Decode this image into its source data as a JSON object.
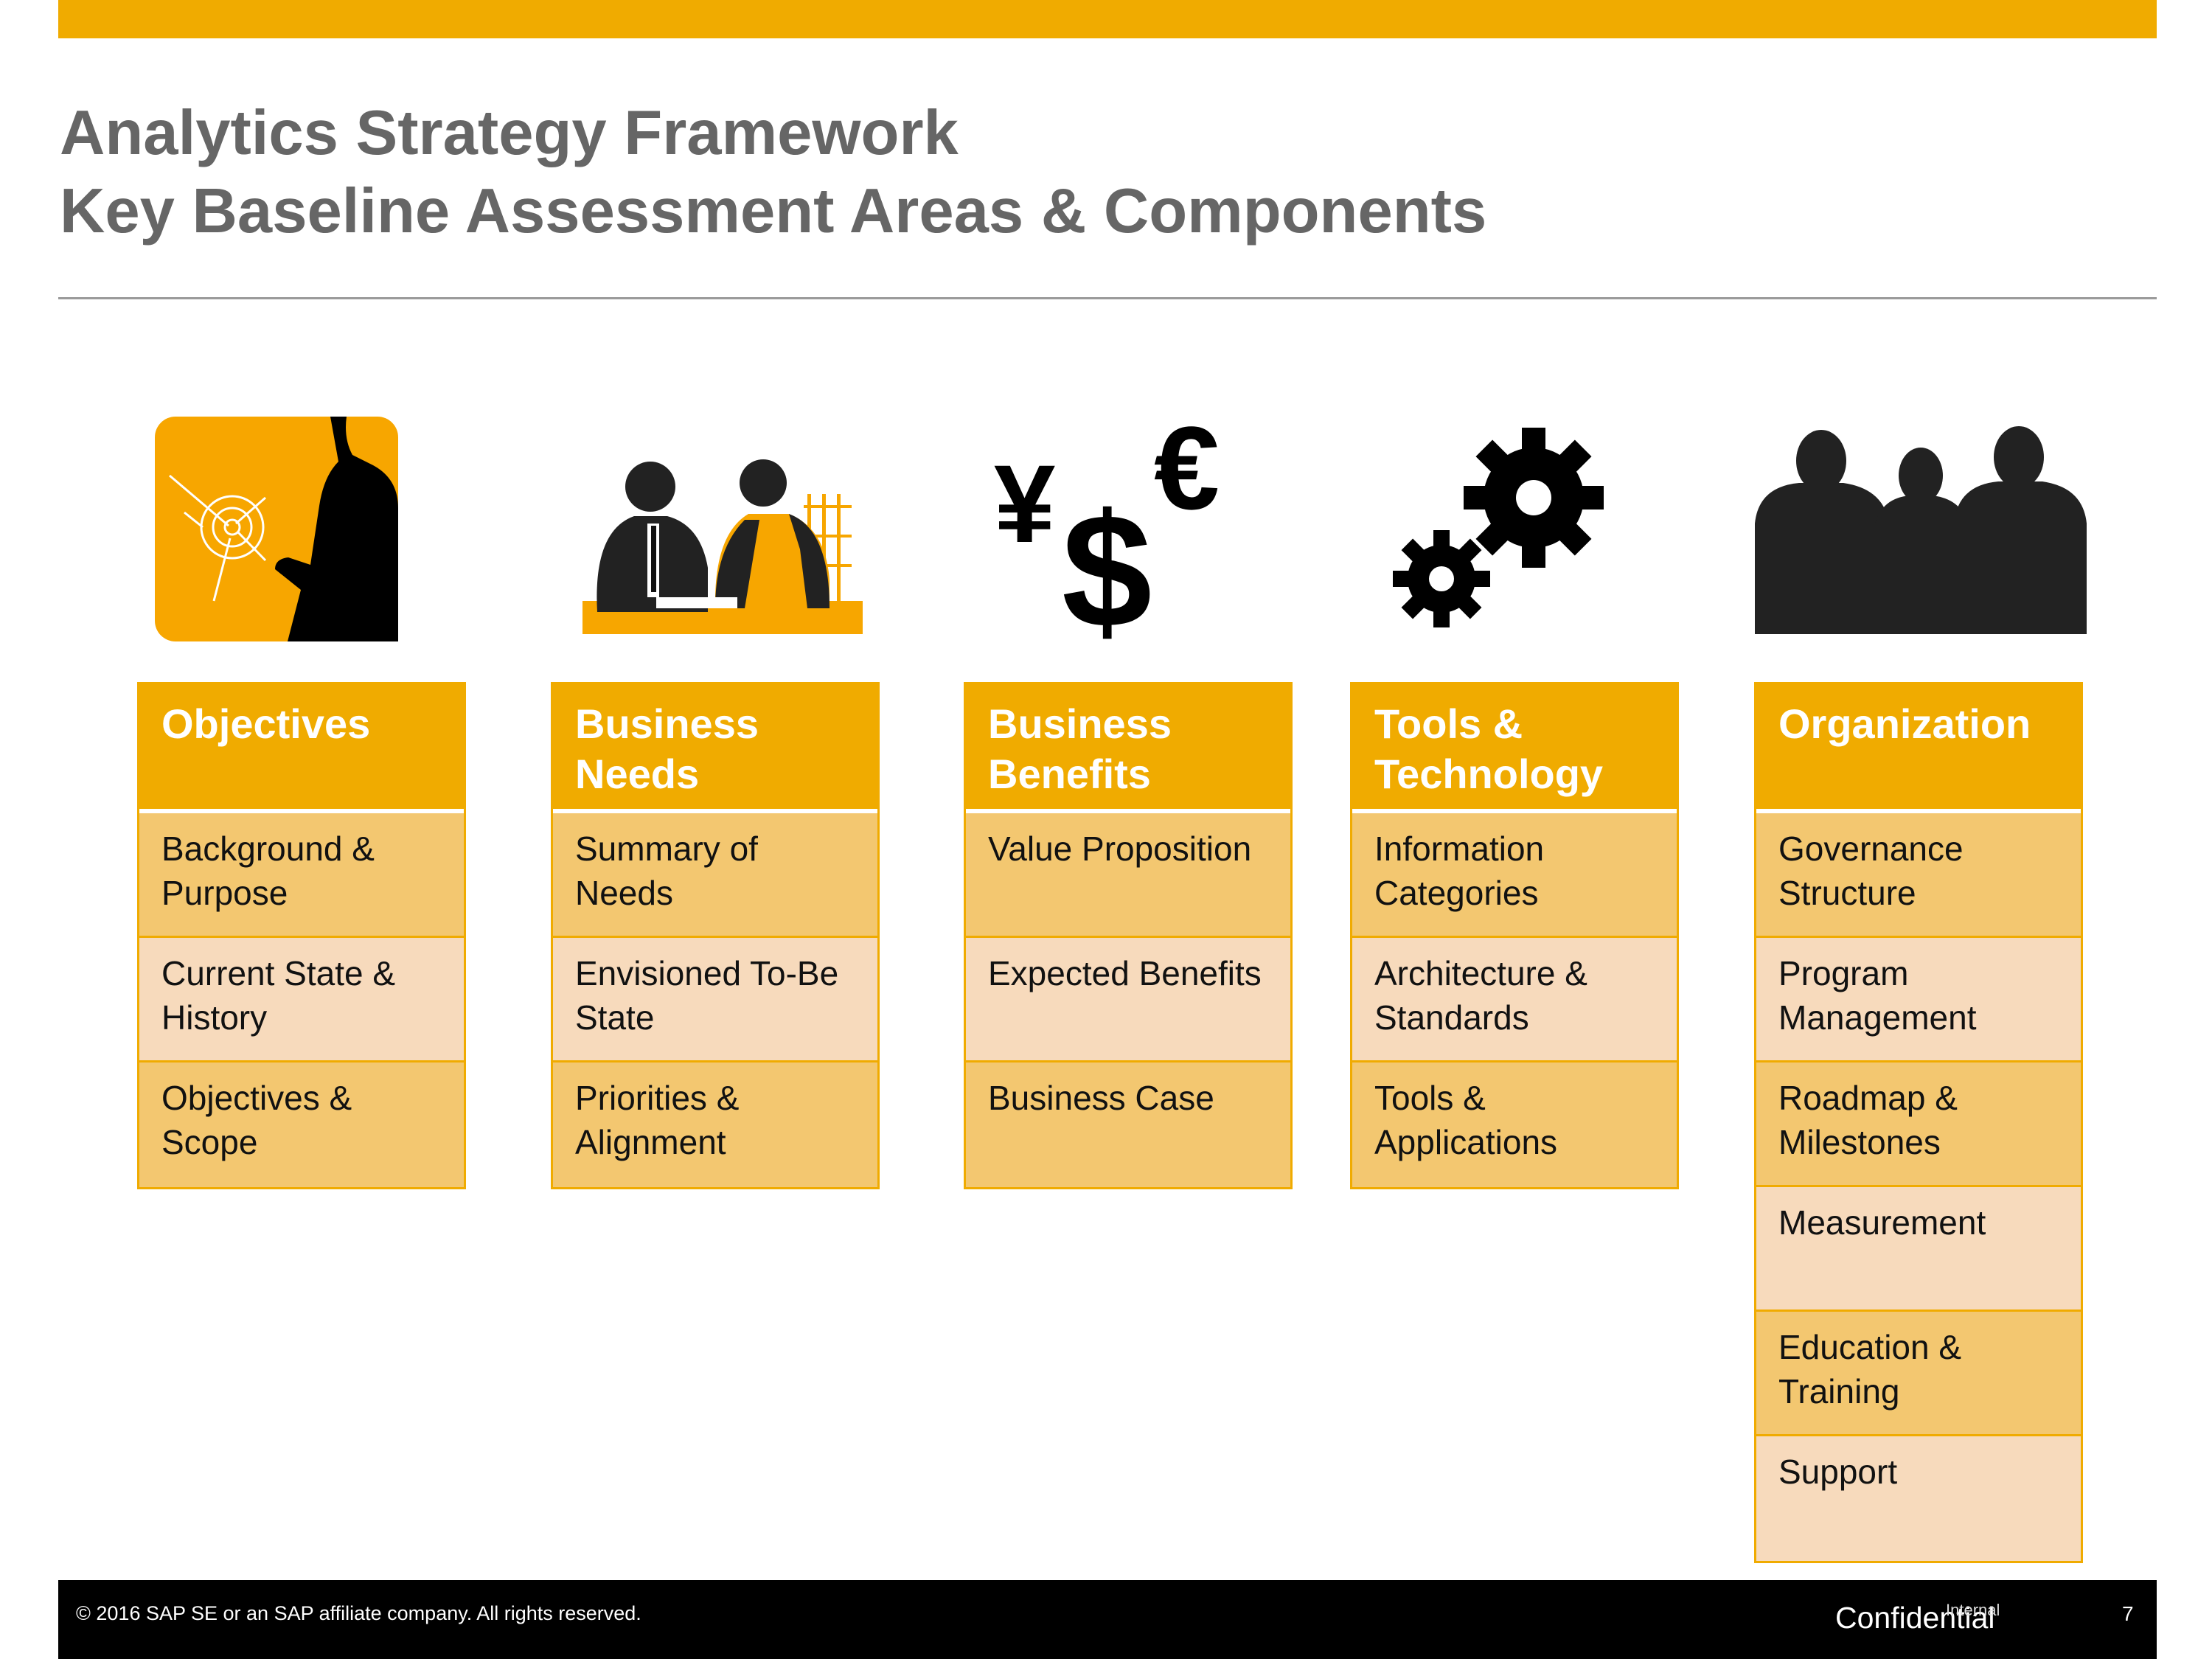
{
  "title": {
    "line1": "Analytics Strategy Framework",
    "line2": "Key Baseline Assessment Areas & Components"
  },
  "icons": {
    "objectives": "presenter-target-icon",
    "business_needs": "meeting-people-icon",
    "business_benefits": "currency-symbols-icon",
    "tools_technology": "gears-icon",
    "organization": "people-group-icon"
  },
  "currency_icon": {
    "yen": "¥",
    "dollar": "$",
    "euro": "€"
  },
  "columns": [
    {
      "header": "Objectives",
      "items": [
        "Background & Purpose",
        "Current State & History",
        "Objectives & Scope"
      ]
    },
    {
      "header": "Business Needs",
      "items": [
        "Summary of Needs",
        "Envisioned To-Be State",
        "Priorities & Alignment"
      ]
    },
    {
      "header": "Business Benefits",
      "items": [
        "Value Proposition",
        "Expected Benefits",
        "Business Case"
      ]
    },
    {
      "header": "Tools & Technology",
      "items": [
        "Information Categories",
        "Architecture & Standards",
        "Tools & Applications"
      ]
    },
    {
      "header": "Organization",
      "items": [
        "Governance Structure",
        "Program Management",
        "Roadmap & Milestones",
        "Measurement",
        "Education & Training",
        "Support"
      ]
    }
  ],
  "footer": {
    "copyright": "© 2016 SAP SE or an SAP affiliate company. All rights reserved.",
    "classification": "Confidential",
    "classification_overlay": "Internal",
    "page_number": "7"
  },
  "colors": {
    "gold": "#F0AB00",
    "cell_dark": "#F3C770",
    "cell_light": "#F7DABC",
    "title_gray": "#666666"
  }
}
